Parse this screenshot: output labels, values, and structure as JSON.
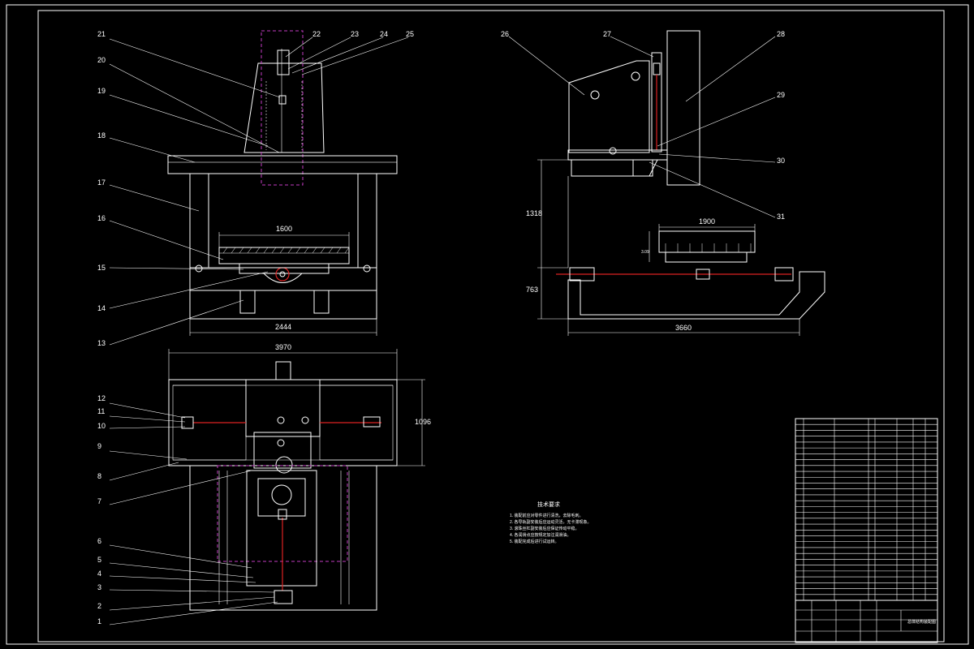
{
  "callouts": [
    "1",
    "2",
    "3",
    "4",
    "5",
    "6",
    "7",
    "8",
    "9",
    "10",
    "11",
    "12",
    "13",
    "14",
    "15",
    "16",
    "17",
    "18",
    "19",
    "20",
    "21",
    "22",
    "23",
    "24",
    "25",
    "26",
    "27",
    "28",
    "29",
    "30",
    "31"
  ],
  "dimensions": {
    "front_table_width": "1600",
    "front_base_width": "2444",
    "top_overall_width": "3970",
    "top_depth": "1096",
    "side_height_upper": "1318",
    "side_height_lower": "763",
    "side_table_width": "1900",
    "side_table_height": "3.09",
    "side_base_length": "3660"
  },
  "technical_requirements": {
    "title": "技术要求",
    "lines": [
      "1. 装配前应对零件进行清洗，去除毛刺。",
      "2. 各导轨副安装后应运动灵活，无卡滞现象。",
      "3. 滚珠丝杠副安装后应保证传动平稳。",
      "4. 各润滑点应按规定加注润滑油。",
      "5. 装配完成后进行试运转。"
    ]
  },
  "title_block": {
    "drawing_title": "总体结构装配图"
  }
}
